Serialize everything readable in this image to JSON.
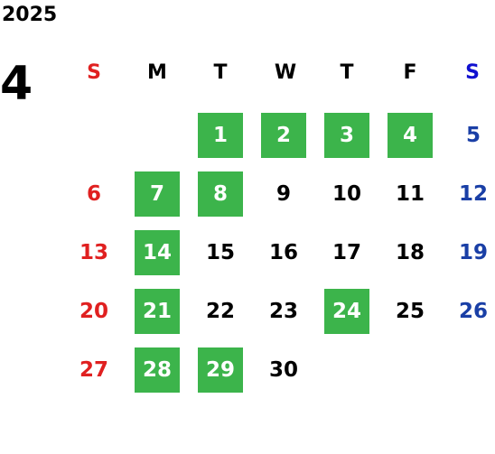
{
  "calendar": {
    "year": "2025",
    "month": "4",
    "colors": {
      "sunday": "#e02020",
      "saturday": "#1a3fa6",
      "saturday_header": "#1010d0",
      "weekday": "#000000",
      "highlight_bg": "#3cb44b",
      "highlight_text": "#ffffff"
    },
    "weekdays": [
      "S",
      "M",
      "T",
      "W",
      "T",
      "F",
      "S"
    ],
    "weeks": [
      [
        {
          "day": "",
          "hl": false
        },
        {
          "day": "",
          "hl": false
        },
        {
          "day": "1",
          "hl": true
        },
        {
          "day": "2",
          "hl": true
        },
        {
          "day": "3",
          "hl": true
        },
        {
          "day": "4",
          "hl": true
        },
        {
          "day": "5",
          "hl": false
        }
      ],
      [
        {
          "day": "6",
          "hl": false
        },
        {
          "day": "7",
          "hl": true
        },
        {
          "day": "8",
          "hl": true
        },
        {
          "day": "9",
          "hl": false
        },
        {
          "day": "10",
          "hl": false
        },
        {
          "day": "11",
          "hl": false
        },
        {
          "day": "12",
          "hl": false
        }
      ],
      [
        {
          "day": "13",
          "hl": false
        },
        {
          "day": "14",
          "hl": true
        },
        {
          "day": "15",
          "hl": false
        },
        {
          "day": "16",
          "hl": false
        },
        {
          "day": "17",
          "hl": false
        },
        {
          "day": "18",
          "hl": false
        },
        {
          "day": "19",
          "hl": false
        }
      ],
      [
        {
          "day": "20",
          "hl": false
        },
        {
          "day": "21",
          "hl": true
        },
        {
          "day": "22",
          "hl": false
        },
        {
          "day": "23",
          "hl": false
        },
        {
          "day": "24",
          "hl": true
        },
        {
          "day": "25",
          "hl": false
        },
        {
          "day": "26",
          "hl": false
        }
      ],
      [
        {
          "day": "27",
          "hl": false
        },
        {
          "day": "28",
          "hl": true
        },
        {
          "day": "29",
          "hl": true
        },
        {
          "day": "30",
          "hl": false
        },
        {
          "day": "",
          "hl": false
        },
        {
          "day": "",
          "hl": false
        },
        {
          "day": "",
          "hl": false
        }
      ]
    ]
  }
}
